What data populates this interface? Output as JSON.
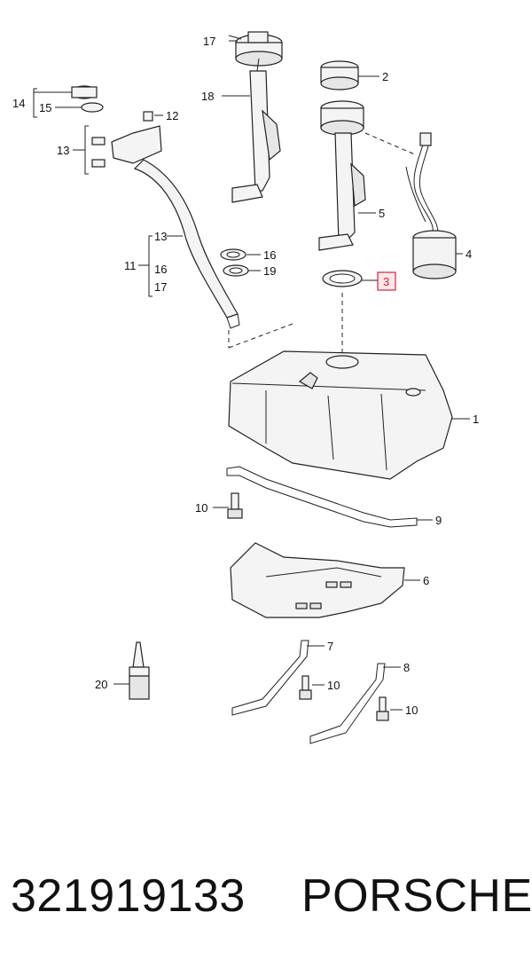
{
  "diagram": {
    "callouts": [
      {
        "id": "c1",
        "label": "1"
      },
      {
        "id": "c2",
        "label": "2"
      },
      {
        "id": "c3",
        "label": "3",
        "highlighted": true
      },
      {
        "id": "c4",
        "label": "4"
      },
      {
        "id": "c5",
        "label": "5"
      },
      {
        "id": "c6",
        "label": "6"
      },
      {
        "id": "c7",
        "label": "7"
      },
      {
        "id": "c8",
        "label": "8"
      },
      {
        "id": "c9",
        "label": "9"
      },
      {
        "id": "c10a",
        "label": "10"
      },
      {
        "id": "c10b",
        "label": "10"
      },
      {
        "id": "c10c",
        "label": "10"
      },
      {
        "id": "c11",
        "label": "11"
      },
      {
        "id": "c12",
        "label": "12"
      },
      {
        "id": "c13a",
        "label": "13"
      },
      {
        "id": "c13b",
        "label": "13"
      },
      {
        "id": "c14",
        "label": "14"
      },
      {
        "id": "c15",
        "label": "15"
      },
      {
        "id": "c16a",
        "label": "16"
      },
      {
        "id": "c16b",
        "label": "16"
      },
      {
        "id": "c17a",
        "label": "17"
      },
      {
        "id": "c17b",
        "label": "17"
      },
      {
        "id": "c18",
        "label": "18"
      },
      {
        "id": "c19",
        "label": "19"
      },
      {
        "id": "c20",
        "label": "20"
      }
    ],
    "highlight_color": "#d2233c"
  },
  "caption": {
    "part_number": "321919133",
    "brand": "PORSCHE"
  }
}
